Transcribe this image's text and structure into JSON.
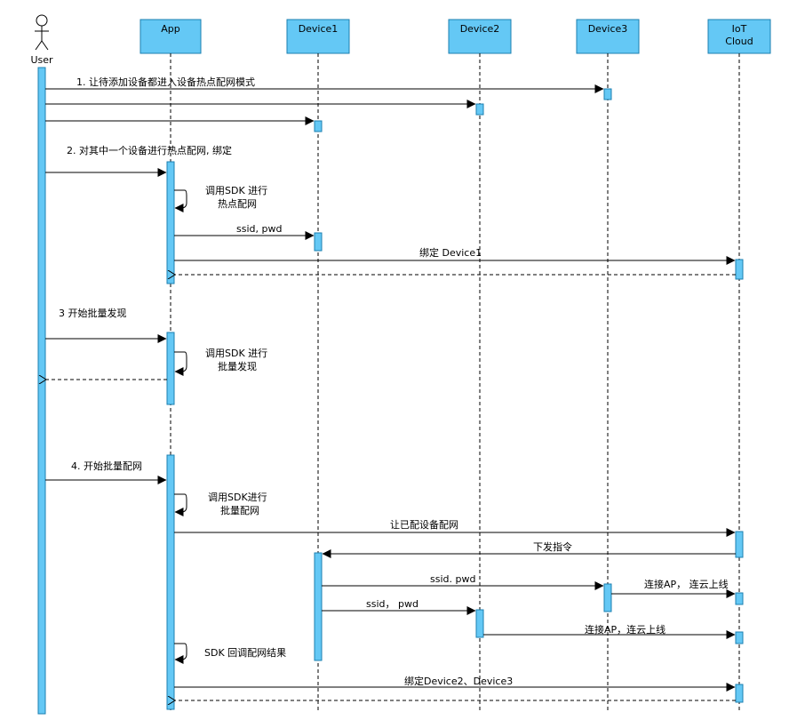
{
  "participants": {
    "user": "User",
    "app": "App",
    "device1": "Device1",
    "device2": "Device2",
    "device3": "Device3",
    "cloud_line1": "IoT",
    "cloud_line2": "Cloud"
  },
  "messages": {
    "m1": "1. 让待添加设备都进入设备热点配网模式",
    "m2": "2. 对其中一个设备进行热点配网, 绑定",
    "self1_l1": "调用SDK 进行",
    "self1_l2": "热点配网",
    "m2_ssid": "ssid, pwd",
    "m2_bind": "绑定 Device1",
    "m3": "3 开始批量发现",
    "self2_l1": "调用SDK 进行",
    "self2_l2": "批量发现",
    "m4": "4. 开始批量配网",
    "self3_l1": "调用SDK进行",
    "self3_l2": "批量配网",
    "m4_cloud": "让已配设备配网",
    "m4_cmd": "下发指令",
    "m4_ssid3": "ssid. pwd",
    "m4_ssid2": "ssid， pwd",
    "m4_online3": "连接AP， 连云上线",
    "m4_online2": "连接AP，连云上线",
    "self4": "SDK 回调配网结果",
    "m4_bind": "绑定Device2、Device3"
  }
}
